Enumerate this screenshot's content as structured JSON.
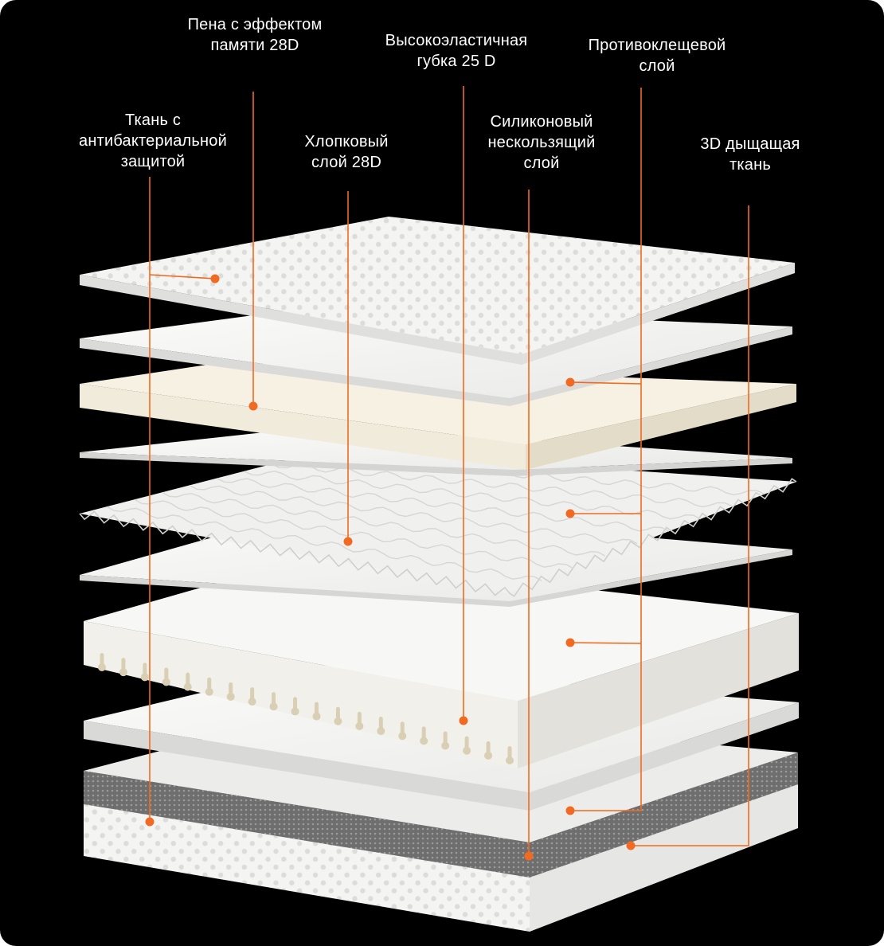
{
  "labels": {
    "antibacterial_fabric": [
      "Ткань с",
      "антибактериальной",
      "защитой"
    ],
    "memory_foam": [
      "Пена с эффектом",
      "памяти 28D"
    ],
    "cotton_layer": [
      "Хлопковый",
      "слой 28D"
    ],
    "high_elastic_sponge": [
      "Высокоэластичная",
      "губка 25 D"
    ],
    "silicone_layer": [
      "Силиконовый",
      "нескользящий",
      "слой"
    ],
    "anti_mite_layer": [
      "Противоклещевой",
      "слой"
    ],
    "breathable_3d_fabric": [
      "3D дыщащая",
      "ткань"
    ]
  },
  "colors": {
    "background": "#000000",
    "accent": "#f26a21",
    "layer_white": "#f3f3f1",
    "layer_cream": "#f2ecdd",
    "mesh_grey": "#7a7a7a"
  }
}
